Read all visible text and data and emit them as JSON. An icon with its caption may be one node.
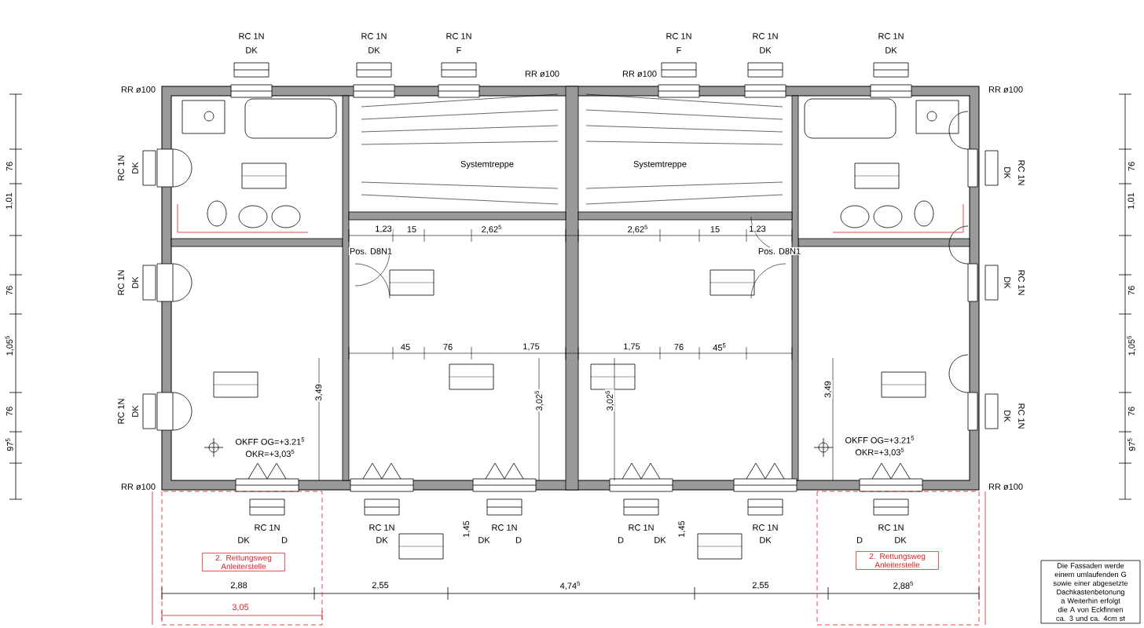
{
  "diagram": {
    "labels": [
      "RC 1N",
      "DK",
      "RC 1N",
      "DK",
      "RC 1N",
      "F",
      "RC 1N",
      "F",
      "RC 1N",
      "DK",
      "RC 1N",
      "DK",
      "RR ø100",
      "RR ø100",
      "RR ø100",
      "RR ø100",
      "Systemtreppe",
      "Systemtreppe",
      "RC 1N",
      "DK",
      "RC 1N",
      "DK",
      "1,23",
      "15",
      "2,62$^{5}$",
      "2,62$^{5}$",
      "15",
      "1,23",
      "Pos. D8N1",
      "Pos. D8N1",
      "RC 1N",
      "DK",
      "RC 1N",
      "DK",
      "45",
      "76",
      "1,75",
      "1,75",
      "76",
      "45$^{5}$",
      "3,49",
      "3,02$^{5}$",
      "3,02$^{5}$",
      "3,49",
      "RC 1N",
      "DK",
      "RC 1N",
      "DK",
      "OKFF OG=+3.21$^{5}$",
      "OKR=+3,03$^{5}$",
      "OKFF OG=+3.21$^{5}$",
      "OKR=+3,03$^{5}$",
      "RR ø100",
      "RR ø100",
      "RC 1N",
      "DK",
      "D",
      "RC 1N",
      "DK",
      "RC 1N",
      "DK",
      "D",
      "RC 1N",
      "D",
      "DK",
      "RC 1N",
      "DK",
      "RC 1N",
      "D",
      "DK",
      "1,45",
      "1,45",
      "2. Rettungsweg Anleiterstelle",
      "2. Rettungsweg Anleiterstelle",
      "2,88",
      "2,55",
      "4,74$^{5}$",
      "2,55",
      "2,88$^{5}$",
      "3,05",
      "76",
      "1,01",
      "76",
      "1,05$^{5}$",
      "76",
      "97$^{5}$",
      "76",
      "1,01",
      "76",
      "1,05$^{5}$",
      "76",
      "97$^{5}$",
      "Die Fassaden werde einem umlaufenden G sowie einer abgesetzte Dachkastenbetonung a Weiterhin erfolgt die A von Eckfinnen ca. 3 und ca. 4cm st"
    ]
  }
}
